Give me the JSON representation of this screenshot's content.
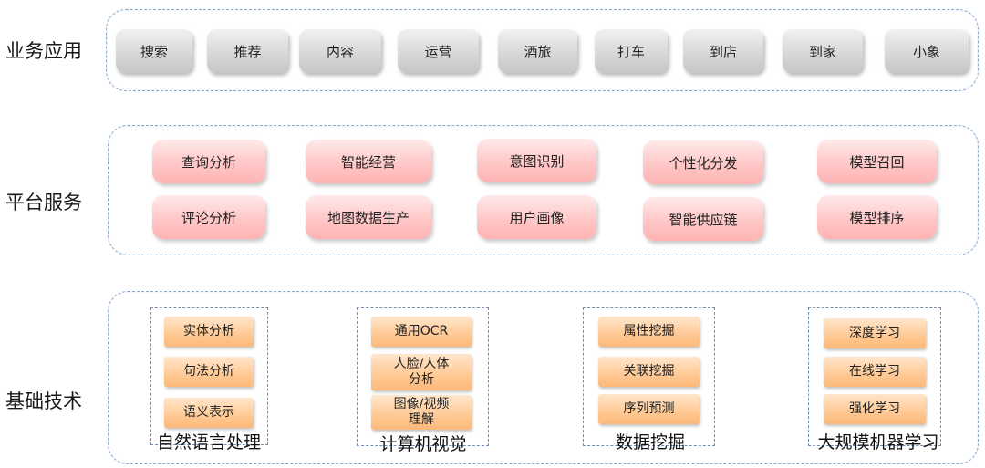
{
  "rows": {
    "business": {
      "label": "业务应用",
      "items": [
        "搜索",
        "推荐",
        "内容",
        "运营",
        "酒旅",
        "打车",
        "到店",
        "到家",
        "小象"
      ]
    },
    "platform": {
      "label": "平台服务",
      "items": [
        "查询分析",
        "智能经营",
        "意图识别",
        "个性化分发",
        "模型召回",
        "评论分析",
        "地图数据生产",
        "用户画像",
        "智能供应链",
        "模型排序"
      ]
    },
    "technology": {
      "label": "基础技术",
      "groups": [
        {
          "title": "自然语言处理",
          "items": [
            "实体分析",
            "句法分析",
            "语义表示"
          ]
        },
        {
          "title": "计算机视觉",
          "items": [
            "通用OCR",
            "人脸/人体\n分析",
            "图像/视频\n理解"
          ]
        },
        {
          "title": "数据挖掘",
          "items": [
            "属性挖掘",
            "关联挖掘",
            "序列预测"
          ]
        },
        {
          "title": "大规模机器学习",
          "items": [
            "深度学习",
            "在线学习",
            "强化学习"
          ]
        }
      ]
    }
  },
  "colors": {
    "panel_border": "#8aa9cc",
    "business_chip": "#d8d8d8",
    "platform_chip": "#ffc7c7",
    "technology_chip": "#ffc994"
  }
}
